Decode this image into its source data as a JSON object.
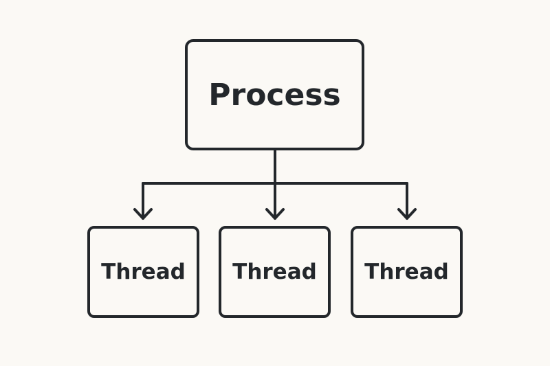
{
  "diagram": {
    "root": {
      "label": "Process"
    },
    "children": [
      {
        "label": "Thread"
      },
      {
        "label": "Thread"
      },
      {
        "label": "Thread"
      }
    ]
  },
  "colors": {
    "stroke": "#23272b",
    "background": "#fbf9f5"
  }
}
